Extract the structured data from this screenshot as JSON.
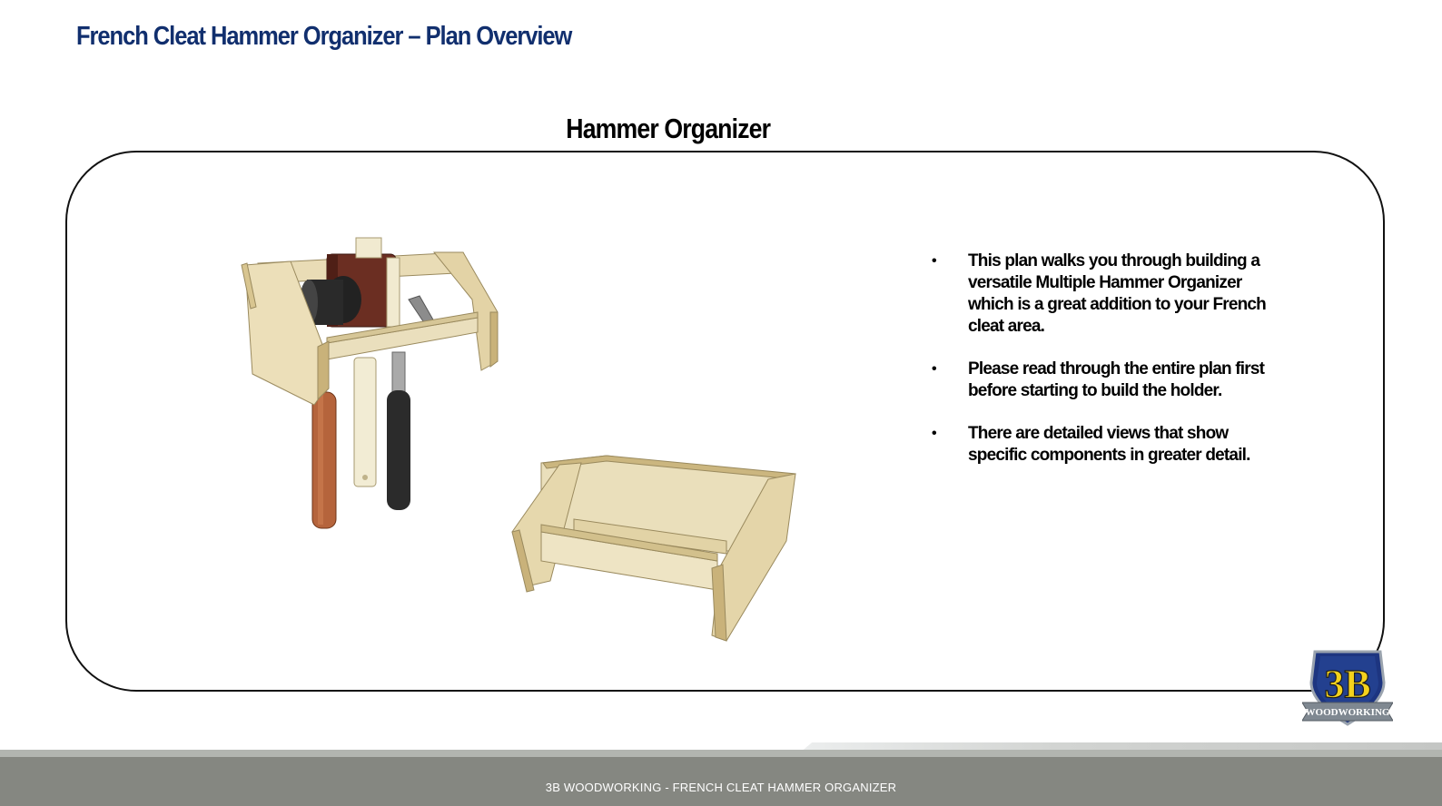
{
  "header": {
    "title": "French Cleat Hammer Organizer – Plan Overview"
  },
  "section": {
    "heading": "Hammer Organizer"
  },
  "bullets": [
    "This plan walks you through building a versatile Multiple Hammer Organizer which is a great addition to your French cleat area.",
    "Please read through the entire plan first before starting to build the holder.",
    "There are detailed views that show specific components in greater detail."
  ],
  "bullet_glyph": "•",
  "logo": {
    "main": "3B",
    "banner": "WOODWORKING"
  },
  "footer": {
    "text": "3B WOODWORKING - FRENCH CLEAT HAMMER ORGANIZER"
  },
  "colors": {
    "title": "#112f6e",
    "plywood": "#e9dcb6",
    "plywood_shade": "#d4c393",
    "footer_bar": "#858781",
    "logo_yellow": "#f4d21c",
    "logo_blue": "#1d3580"
  }
}
